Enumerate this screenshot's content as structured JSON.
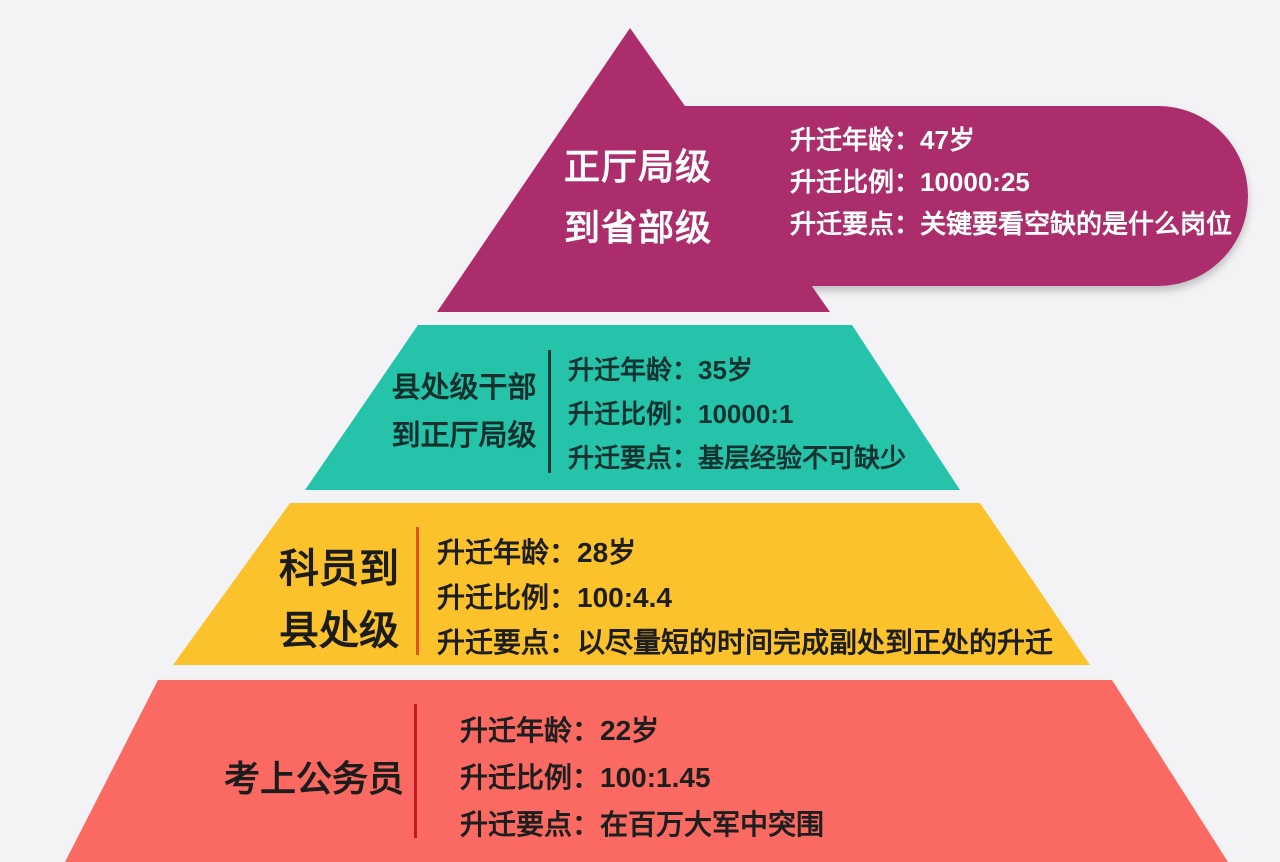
{
  "page": {
    "background": "#f3f2f4"
  },
  "tiers": [
    {
      "label_lines": [
        "正厅局级",
        "到省部级"
      ],
      "color": "#ab2d6b",
      "label_color": "#ffffff",
      "details": [
        "升迁年龄：47岁",
        "升迁比例：10000:25",
        "升迁要点：关键要看空缺的是什么岗位"
      ],
      "details_color": "#ffffff",
      "promotion_age": "47岁",
      "promotion_ratio": "10000:25",
      "promotion_key_point": "关键要看空缺的是什么岗位"
    },
    {
      "label_lines": [
        "县处级干部",
        "到正厅局级"
      ],
      "color": "#26c3ab",
      "divider_color": "#123a35",
      "label_color": "#14302c",
      "details": [
        "升迁年龄：35岁",
        "升迁比例：10000:1",
        "升迁要点：基层经验不可缺少"
      ],
      "details_color": "#12332f",
      "promotion_age": "35岁",
      "promotion_ratio": "10000:1",
      "promotion_key_point": "基层经验不可缺少"
    },
    {
      "label_lines": [
        "科员到",
        "县处级"
      ],
      "color": "#fbc22b",
      "divider_color": "#e2521d",
      "label_color": "#1c1c1c",
      "details": [
        "升迁年龄：28岁",
        "升迁比例：100:4.4",
        "升迁要点：以尽量短的时间完成副处到正处的升迁"
      ],
      "details_color": "#1e1e1e",
      "promotion_age": "28岁",
      "promotion_ratio": "100:4.4",
      "promotion_key_point": "以尽量短的时间完成副处到正处的升迁"
    },
    {
      "label_lines": [
        "考上公务员"
      ],
      "color": "#fa6a62",
      "divider_color": "#c01920",
      "label_color": "#1c1c1c",
      "details": [
        "升迁年龄：22岁",
        "升迁比例：100:1.45",
        "升迁要点：在百万大军中突围"
      ],
      "details_color": "#1e1e1e",
      "promotion_age": "22岁",
      "promotion_ratio": "100:1.45",
      "promotion_key_point": "在百万大军中突围"
    }
  ]
}
